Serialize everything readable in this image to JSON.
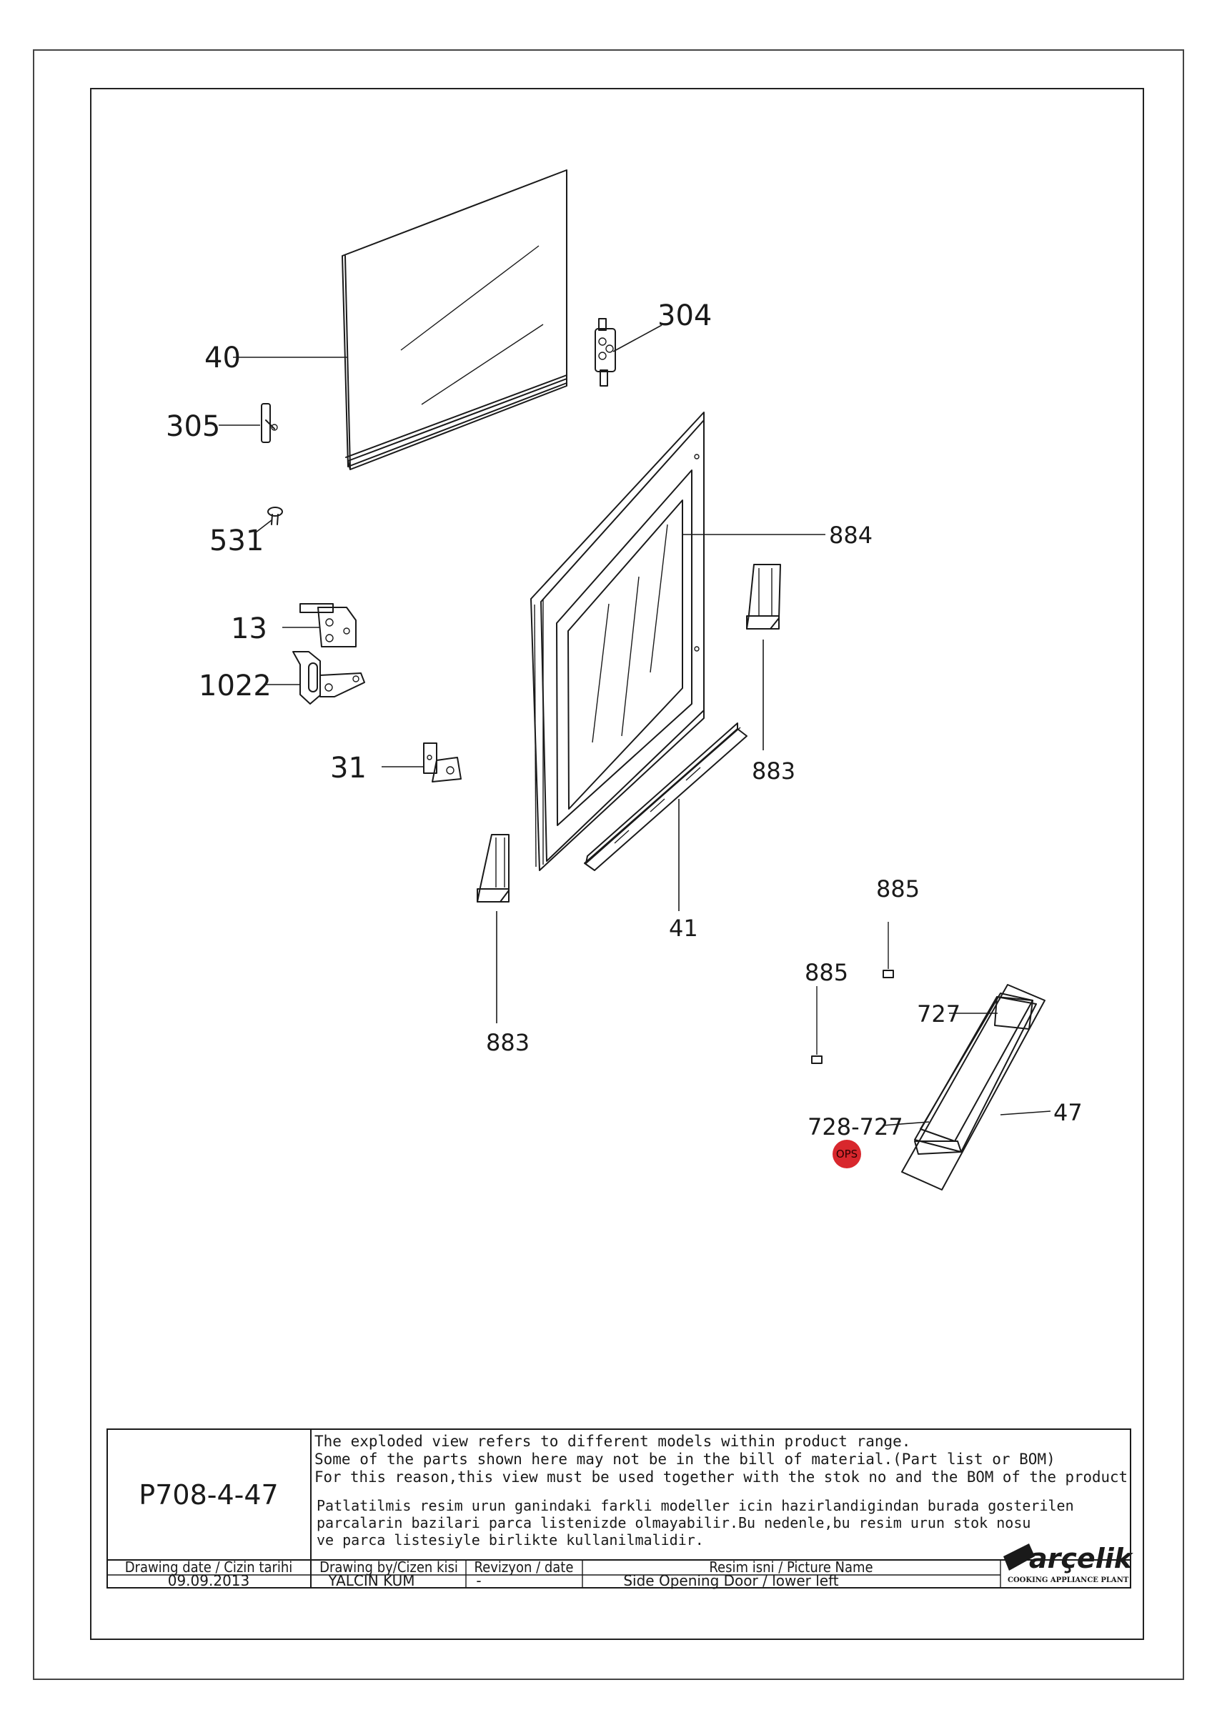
{
  "callouts": {
    "c40": "40",
    "c304": "304",
    "c305": "305",
    "c531": "531",
    "c884": "884",
    "c13": "13",
    "c1022": "1022",
    "c31": "31",
    "c883a": "883",
    "c883b": "883",
    "c41": "41",
    "c885a": "885",
    "c885b": "885",
    "c727": "727",
    "c728": "728-727",
    "c47": "47"
  },
  "ops_badge": {
    "label": "OPS",
    "color": "#d8272d"
  },
  "title_block": {
    "drawing_code": "P708-4-47",
    "notes_en": [
      "The exploded view refers to different models within product range.",
      "Some of the parts shown here may not be in the bill of material.(Part list or BOM)",
      "For this reason,this view must be used together with the stok no and the BOM of the product"
    ],
    "notes_tr": [
      "Patlatilmis resim urun ganindaki farkli modeller icin hazirlandigindan burada gosterilen",
      "parcalarin bazilari parca listenizde olmayabilir.Bu nedenle,bu resim urun stok nosu",
      "ve parca listesiyle birlikte kullanilmalidir."
    ],
    "headers": {
      "date": "Drawing date / Cizin tarihi",
      "by": "Drawing by/Cizen kisi",
      "rev": "Revizyon / date",
      "name": "Resim isni / Picture Name"
    },
    "values": {
      "date": "09.09.2013",
      "by": "YALCIN KUM",
      "rev": "-",
      "name": "Side Opening Door / lower left"
    },
    "logo": {
      "brand": "arçelik",
      "sub": "COOKING APPLIANCE PLANT"
    }
  }
}
